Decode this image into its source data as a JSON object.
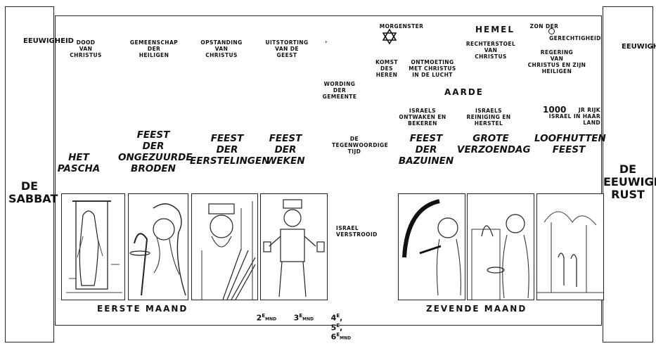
{
  "left_column": {
    "vertical": "EEUWIGHEID",
    "label": "DE\nSABBAT"
  },
  "right_column": {
    "vertical": "EEUWIGHEID",
    "label": "DE\nEEUWIGE\nRUST"
  },
  "top_events": {
    "dood": "DOOD\nVAN\nCHRISTUS",
    "gemeenschap": "GEMEENSCHAP\nDER\nHEILIGEN",
    "opstanding": "OPSTANDING\nVAN\nCHRISTUS",
    "uitstorting": "UITSTORTING\nVAN DE\nGEEST",
    "wording": "WORDING\nDER\nGEMEENTE",
    "morgenster": "MORGENSTER",
    "komst": "KOMST\nDES\nHEREN",
    "ontmoeting": "ONTMOETING\nMET CHRISTUS\nIN DE LUCHT",
    "hemel": "HEMEL",
    "rechterstoel": "RECHTERSTOEL\nVAN\nCHRISTUS",
    "zon": "ZON DER",
    "gerechtigheid": "GERECHTIGHEID",
    "regering": "REGERING\nVAN\nCHRISTUS EN ZIJN\nHEILIGEN",
    "aarde": "AARDE",
    "israels_ontwaken": "ISRAELS\nONTWAKEN EN\nBEKEREN",
    "israels_reiniging": "ISRAELS\nREINIGING EN\nHERSTEL",
    "rijk_number": "1000",
    "rijk_text": "JR RIJK\nISRAEL IN HAAR\nLAND",
    "tegenwoordige": "DE\nTEGENWOORDIGE\nTIJD",
    "verstrooid": "ISRAEL\nVERSTROOID"
  },
  "feasts": [
    {
      "label": "HET\nPASCHA"
    },
    {
      "label": "FEEST\nDER\nONGEZUURDE\nBRODEN"
    },
    {
      "label": "FEEST\nDER\nEERSTELINGEN"
    },
    {
      "label": "FEEST\nDER\nWEKEN"
    },
    {
      "label": "FEEST\nDER\nBAZUINEN"
    },
    {
      "label": "GROTE\nVERZOENDAG"
    },
    {
      "label": "LOOFHUTTEN\nFEEST"
    }
  ],
  "months": {
    "eerste": "EERSTE MAAND",
    "tweede_num": "2",
    "tweede_sup": "E",
    "tweede_unit": "MND",
    "derde_num": "3",
    "derde_sup": "E",
    "derde_unit": "MND",
    "rest": "4",
    "rest_sup": "E",
    "rest_five": "5",
    "rest_six": "6",
    "rest_unit": "MND",
    "zevende": "ZEVENDE MAAND"
  }
}
